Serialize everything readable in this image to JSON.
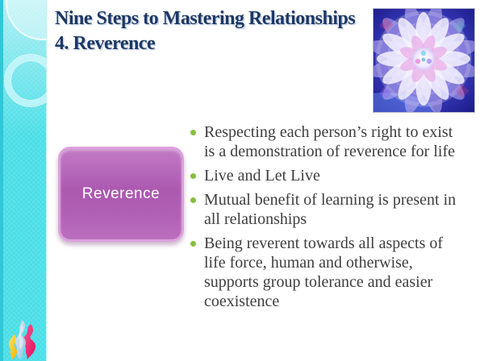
{
  "header": {
    "title_line1": "Nine Steps to Mastering Relationships",
    "title_line2": "4. Reverence"
  },
  "shape": {
    "label": "Reverence"
  },
  "bullets": {
    "items": [
      {
        "text": "Respecting each person’s right to exist\nis a demonstration of reverence for life"
      },
      {
        "text": "Live and Let Live"
      },
      {
        "text": "Mutual benefit of learning is present in\nall relationships"
      },
      {
        "text": "Being reverent towards all aspects of\nlife force, human and otherwise,\nsupports group tolerance and easier\ncoexistence"
      }
    ]
  },
  "icons": {
    "mandala": "blue-mandala-flower-artwork",
    "flame": "tricolor-flame-logo",
    "bullet": "green-dot-bullet"
  },
  "colors": {
    "title_text": "#1E3864",
    "body_text": "#3E3E3E",
    "bullet_dot": "#86BE3F",
    "shape_fill": "#B164B5",
    "shape_border": "#DDA0DD",
    "sidebar_teal": "#4ADEE6",
    "background": "#FFFFFF"
  }
}
